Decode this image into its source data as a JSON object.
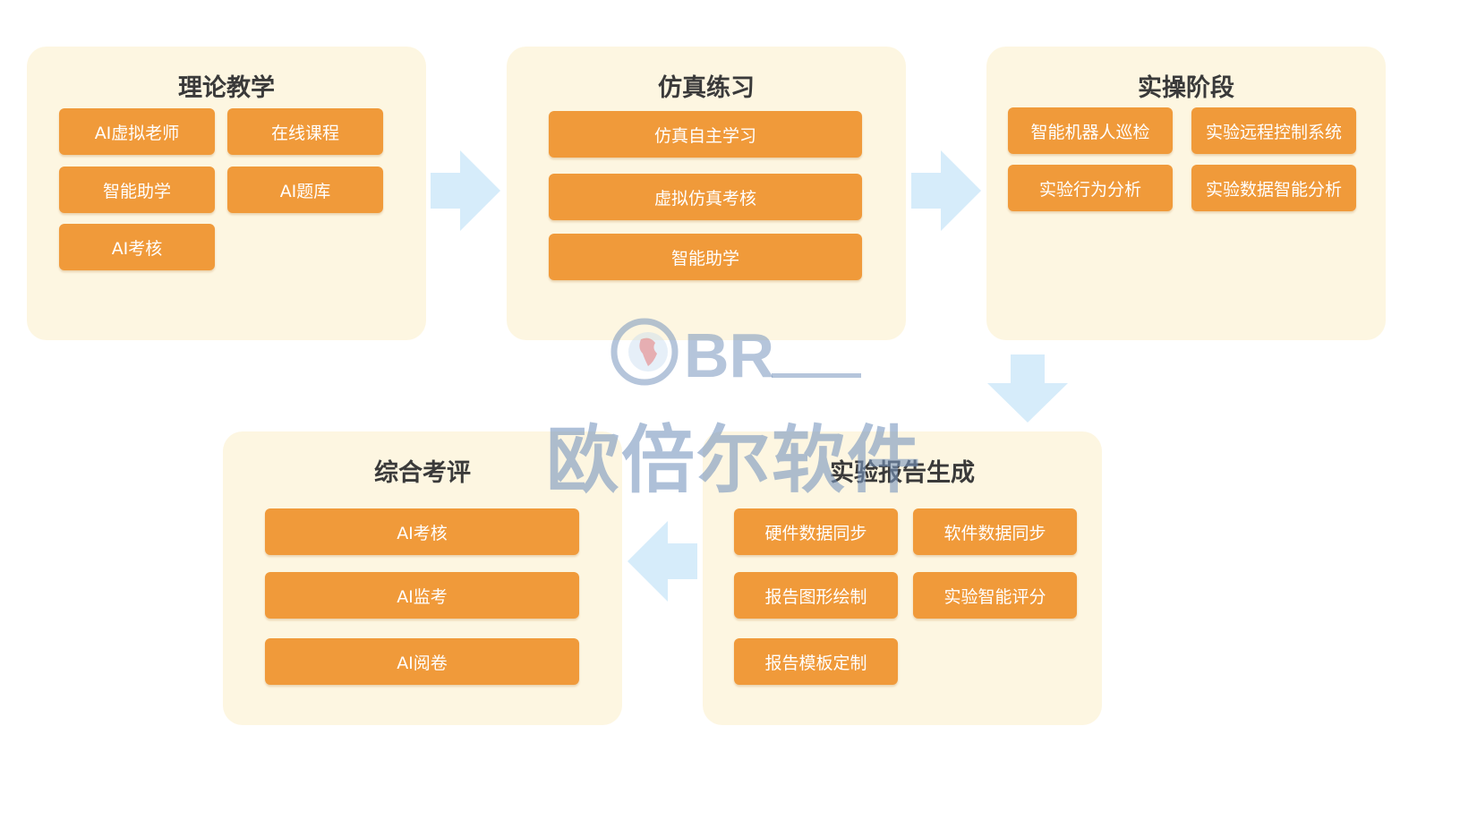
{
  "stages": {
    "theory": {
      "title": "理论教学",
      "items": [
        "AI虚拟老师",
        "在线课程",
        "智能助学",
        "AI题库",
        "AI考核"
      ]
    },
    "simulation": {
      "title": "仿真练习",
      "items": [
        "仿真自主学习",
        "虚拟仿真考核",
        "智能助学"
      ]
    },
    "practice": {
      "title": "实操阶段",
      "items": [
        "智能机器人巡检",
        "实验远程控制系统",
        "实验行为分析",
        "实验数据智能分析"
      ]
    },
    "report": {
      "title": "实验报告生成",
      "items": [
        "硬件数据同步",
        "软件数据同步",
        "报告图形绘制",
        "实验智能评分",
        "报告模板定制"
      ]
    },
    "evaluation": {
      "title": "综合考评",
      "items": [
        "AI考核",
        "AI监考",
        "AI阅卷"
      ]
    }
  },
  "watermark": {
    "logo_text": "BR",
    "company": "欧倍尔软件"
  },
  "colors": {
    "panel_bg": "#fdf6e1",
    "button_bg": "#f09a3a",
    "arrow": "#d6ecfa"
  }
}
